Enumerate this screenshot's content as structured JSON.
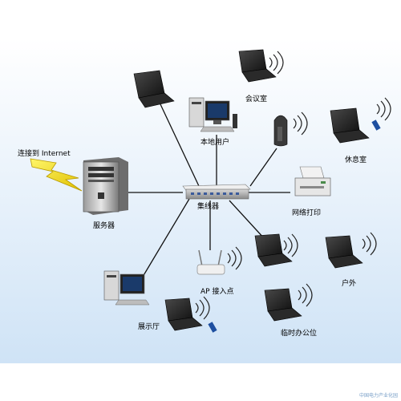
{
  "labels": {
    "internet": "连接到 Internet",
    "server": "服务器",
    "hub": "集线器",
    "local_user": "本地用户",
    "meeting_room": "会议室",
    "lounge": "休息室",
    "network_printer": "网络打印",
    "outdoor": "户外",
    "temp_office": "临时办公位",
    "ap": "AP 接入点",
    "showroom": "展示厅"
  },
  "watermark": "中国电力产业化园"
}
